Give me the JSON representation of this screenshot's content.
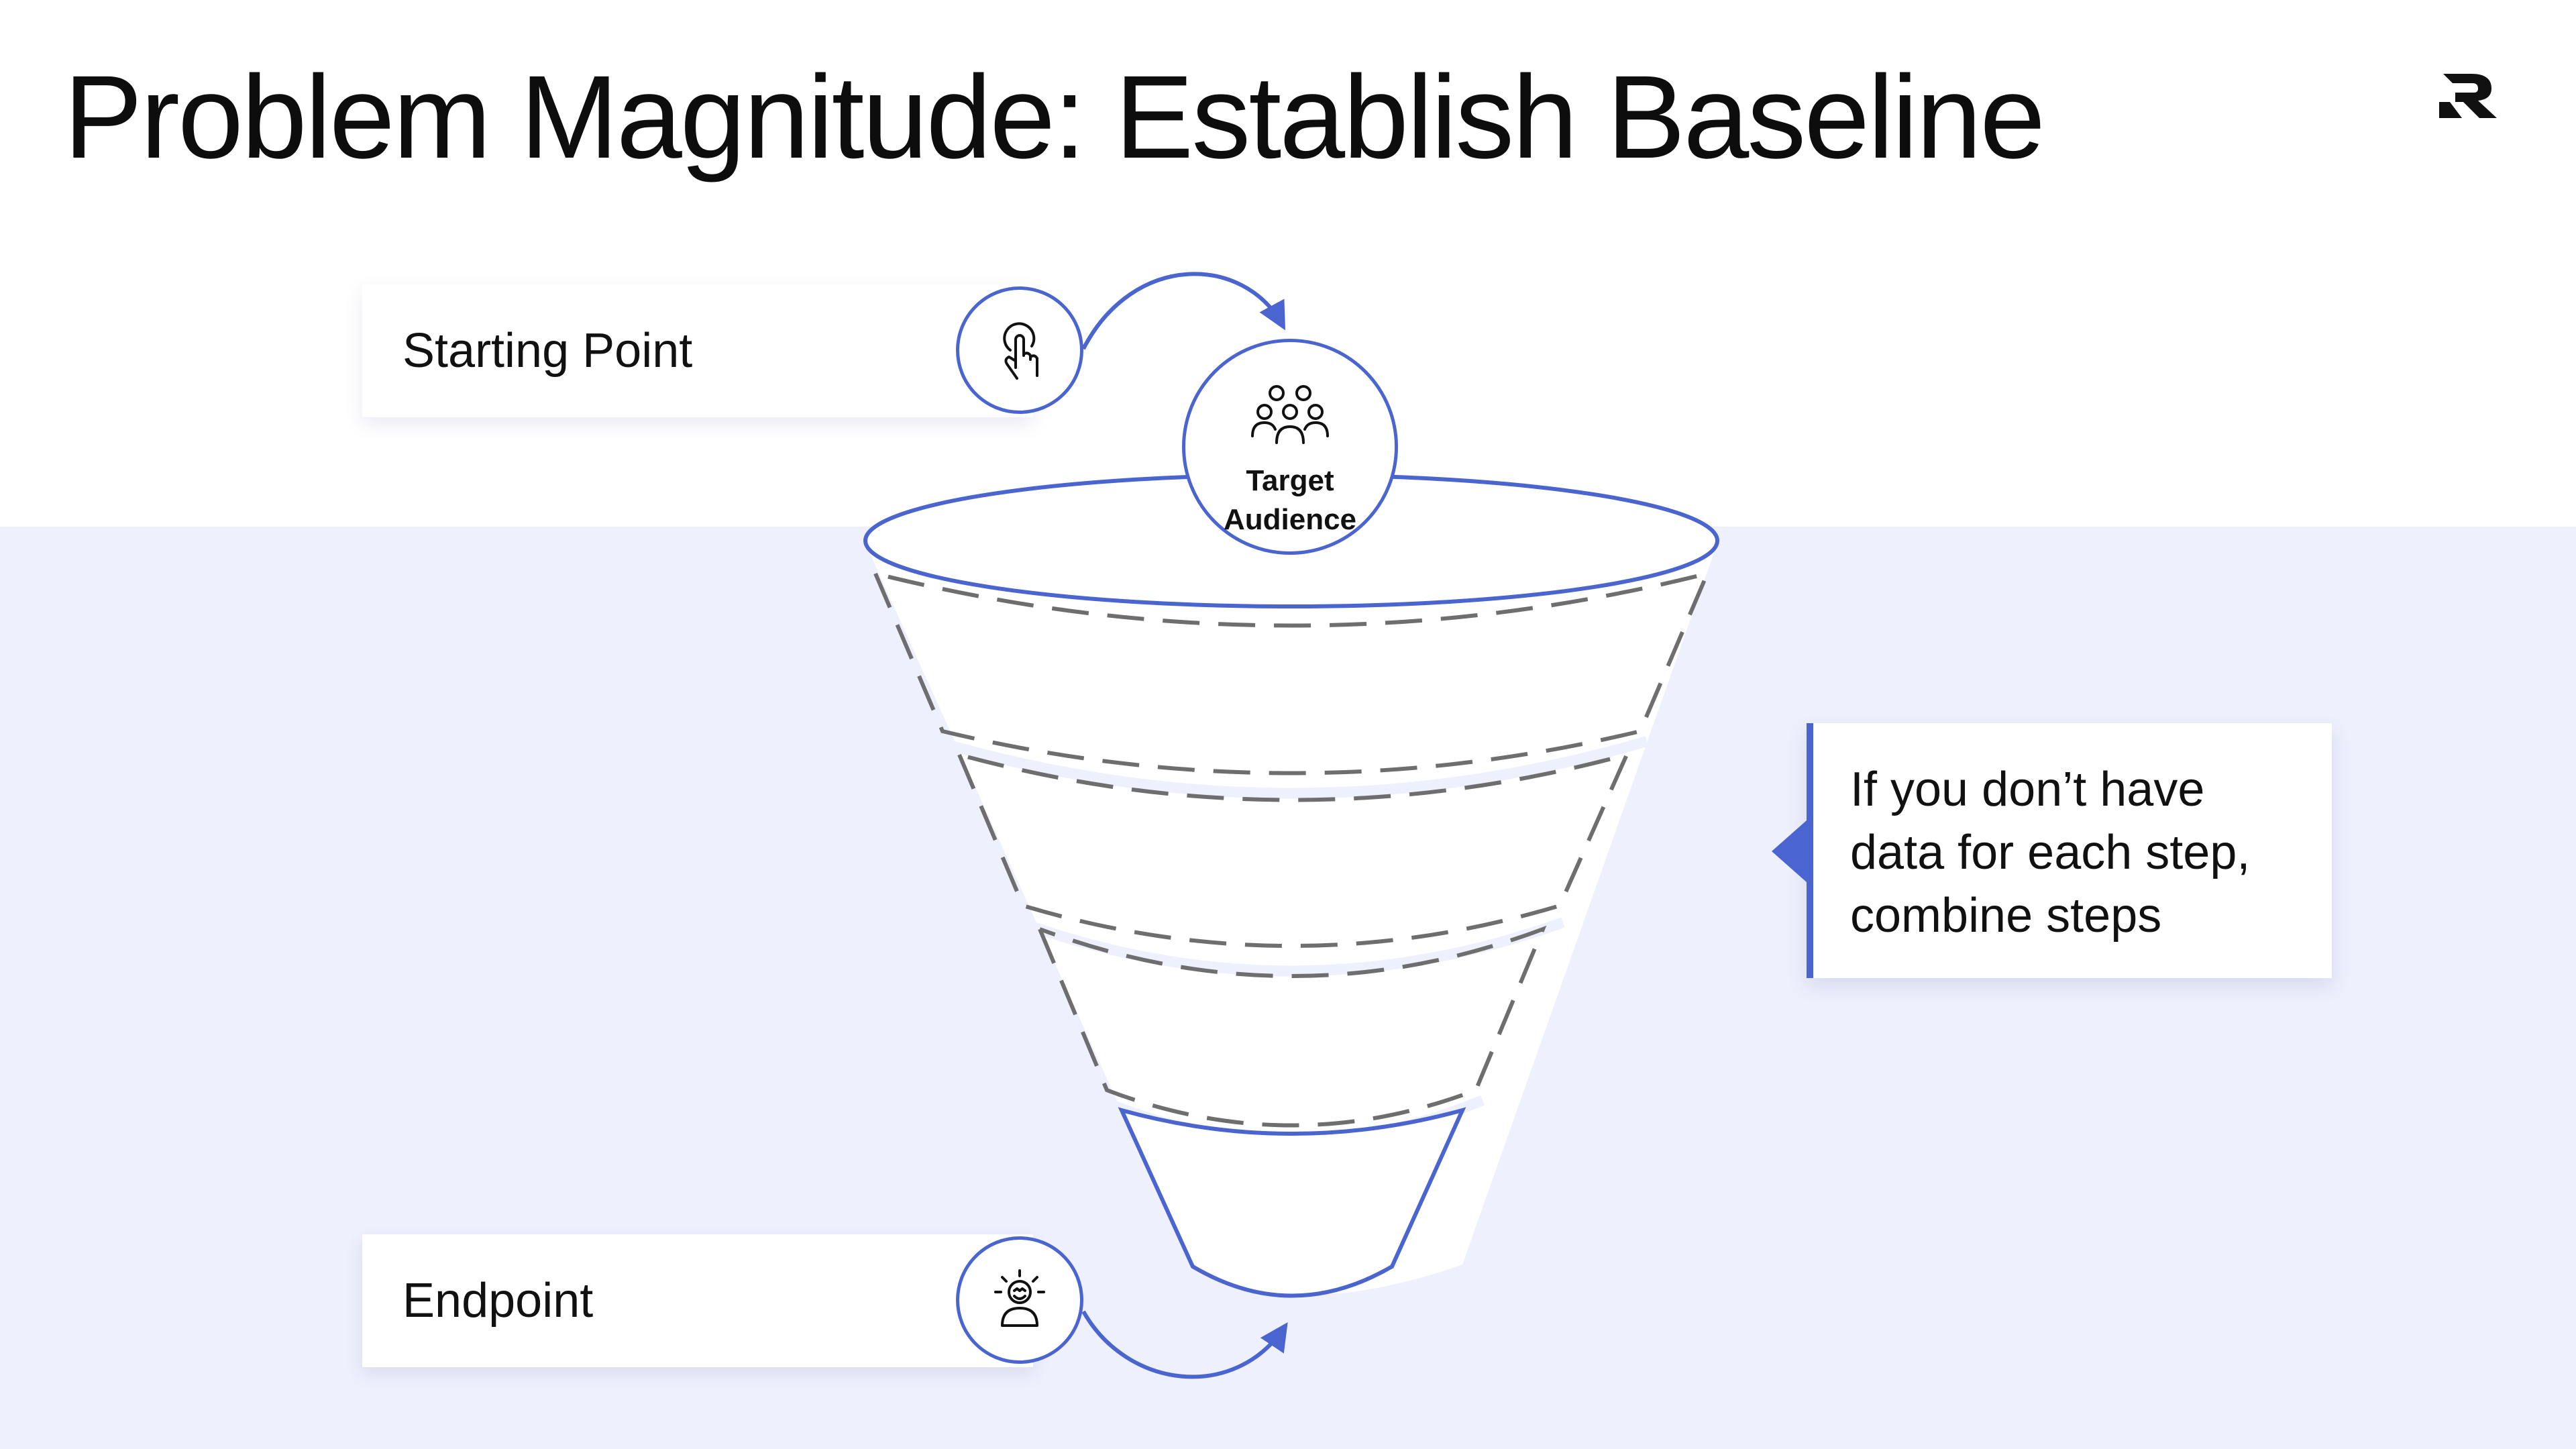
{
  "slide": {
    "title": "Problem Magnitude: Establish Baseline"
  },
  "logo": {
    "icon": "brand-logo-icon"
  },
  "funnel": {
    "stage_count": 4,
    "start_label": "Starting Point",
    "start_icon": "hand-pointer-icon",
    "end_label": "Endpoint",
    "end_icon": "happy-person-icon",
    "target": {
      "line1": "Target",
      "line2": "Audience",
      "icon": "group-of-people-icon"
    }
  },
  "callout": {
    "lines": [
      "If you don’t have",
      "data for each step,",
      "combine steps"
    ]
  },
  "colors": {
    "accent": "#4a65cf",
    "background_lower": "#eef0fd",
    "dashed_outline": "#6e6e6e",
    "text": "#111111"
  }
}
